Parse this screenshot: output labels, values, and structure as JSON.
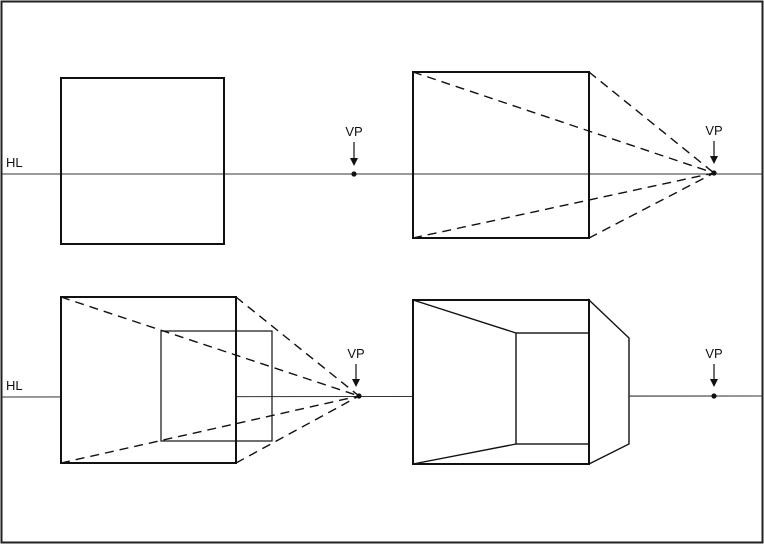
{
  "labels": {
    "horizon_line": "HL",
    "vanishing_point": "VP"
  },
  "colors": {
    "stroke": "#111111",
    "paper": "#ffffff",
    "frame": "#222222"
  },
  "panels": [
    {
      "name": "panel-1-square-and-vp",
      "has_hl_label": true
    },
    {
      "name": "panel-2-converging-lines",
      "has_hl_label": false
    },
    {
      "name": "panel-3-wireframe-box",
      "has_hl_label": true
    },
    {
      "name": "panel-4-solid-room-box",
      "has_hl_label": false
    }
  ]
}
